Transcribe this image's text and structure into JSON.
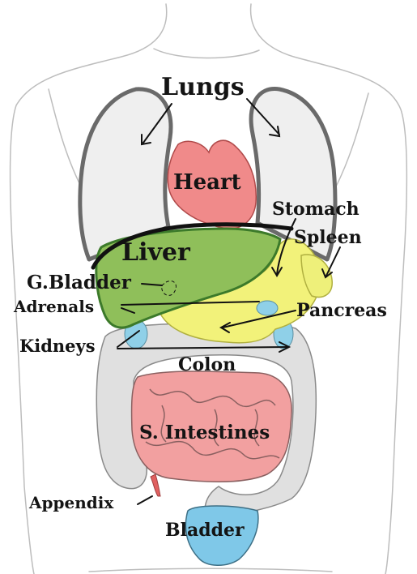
{
  "labels": {
    "lungs": "Lungs",
    "heart": "Heart",
    "stomach": "Stomach",
    "spleen": "Spleen",
    "liver": "Liver",
    "gallbladder": "G.Bladder",
    "adrenals": "Adrenals",
    "pancreas": "Pancreas",
    "kidneys": "Kidneys",
    "colon": "Colon",
    "small_intestines": "S. Intestines",
    "appendix": "Appendix",
    "bladder": "Bladder"
  },
  "colors": {
    "heart": "#f08a8a",
    "liver": "#8fbf5a",
    "stomach_pancreas": "#f2f27a",
    "kidneys_adrenals": "#8fd0e8",
    "intestines": "#f2a0a0",
    "bladder": "#7fc8e8",
    "appendix": "#e06060",
    "outline": "#555555",
    "colon": "#dddddd"
  }
}
